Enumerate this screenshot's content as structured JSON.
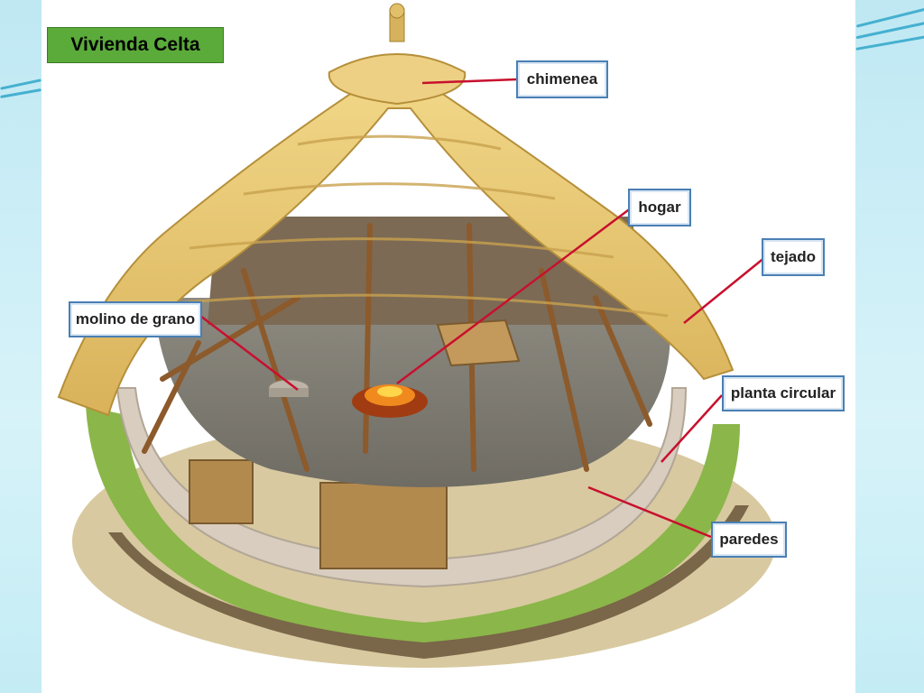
{
  "slide": {
    "title": "Vivienda Celta"
  },
  "labels": {
    "chimenea": "chimenea",
    "hogar": "hogar",
    "tejado": "tejado",
    "molino": "molino de grano",
    "planta": "planta circular",
    "paredes": "paredes"
  },
  "colors": {
    "title_bg": "#5bab3a",
    "callout_border": "#4a7fb3",
    "leader_line": "#c8102e",
    "thatch": "#e8c86a",
    "wall_stone": "#d8cdbf",
    "grass": "#8bb64a",
    "background_accent": "#2fa6c9"
  }
}
